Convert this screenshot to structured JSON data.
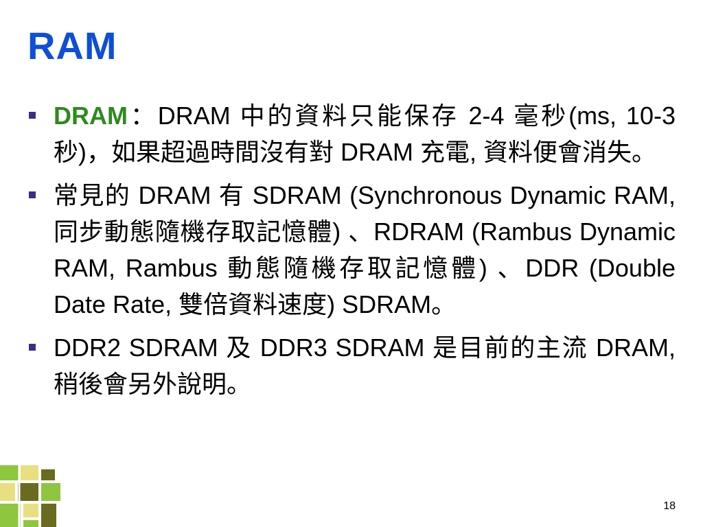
{
  "slide": {
    "title": "RAM",
    "page_number": "18"
  },
  "bullets": [
    {
      "term": "DRAM",
      "text": "：DRAM  中的資料只能保存 2-4 毫秒(ms, 10-3 秒)，如果超過時間沒有對 DRAM 充電, 資料便會消失。"
    },
    {
      "text": "常見的 DRAM 有 SDRAM  (Synchronous Dynamic RAM, 同步動態隨機存取記憶體) 、RDRAM  (Rambus Dynamic RAM, Rambus 動態隨機存取記憶體) 、DDR  (Double Date Rate, 雙倍資料速度) SDRAM。"
    },
    {
      "text": "DDR2 SDRAM 及 DDR3 SDRAM 是目前的主流 DRAM, 稍後會另外說明。"
    }
  ],
  "colors": {
    "title": "#0d4fd6",
    "term": "#2e8a1e",
    "bullet_marker": "#3a2f86",
    "deco_green": "#8ec63f",
    "deco_olive": "#6b6b1f",
    "deco_yellow": "#e8e080"
  }
}
